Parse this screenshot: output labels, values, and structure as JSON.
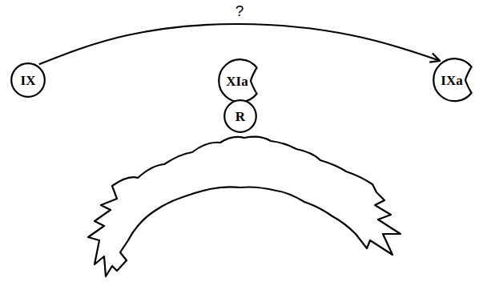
{
  "diagram": {
    "nodes": [
      {
        "text": [
          "IX"
        ]
      },
      {
        "text": [
          "XIa"
        ]
      },
      {
        "text": [
          "R"
        ]
      },
      {
        "text": [
          "IXa"
        ]
      }
    ],
    "edges": [
      {
        "from": 0,
        "to": 3,
        "label": "?",
        "arrow": "to"
      }
    ]
  }
}
